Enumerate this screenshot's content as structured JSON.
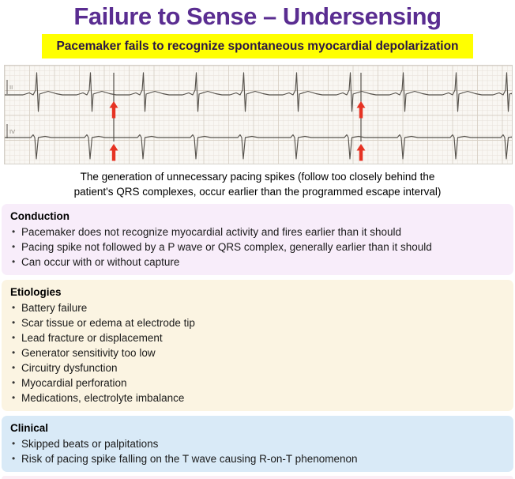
{
  "title": "Failure to Sense – Undersensing",
  "banner": "Pacemaker fails to recognize spontaneous myocardial depolarization",
  "ecg": {
    "leads": [
      "II",
      "IV"
    ],
    "beats_x": [
      41,
      109,
      176,
      243,
      303,
      370,
      438,
      505,
      572,
      636
    ],
    "pace_x": [
      138,
      451
    ]
  },
  "caption": {
    "line1": "The generation of unnecessary pacing spikes (follow too closely behind the",
    "line2": "patient's QRS complexes, occur earlier than the programmed escape interval)"
  },
  "sections": [
    {
      "header": "Conduction",
      "bullets": [
        "Pacemaker does not recognize myocardial activity and fires earlier than it should",
        "Pacing spike not followed by a P wave or QRS complex, generally earlier than it should",
        "Can occur with or without capture"
      ]
    },
    {
      "header": "Etiologies",
      "bullets": [
        "Battery failure",
        "Scar tissue or edema at electrode tip",
        "Lead fracture or displacement",
        "Generator sensitivity too low",
        "Circuitry dysfunction",
        "Myocardial perforation",
        "Medications, electrolyte imbalance"
      ]
    },
    {
      "header": "Clinical",
      "bullets": [
        "Skipped beats or palpitations",
        "Risk of pacing spike falling on the T wave causing R-on-T phenomenon"
      ]
    }
  ],
  "colors": {
    "title_text": "#5a2d91",
    "banner_bg": "#ffff00",
    "banner_text": "#2b1745",
    "conduction_bg": "#f8edfa",
    "etiologies_bg": "#fbf4e2",
    "clinical_bg": "#d9eaf7",
    "arrow_red": "#e63323",
    "ecg_trace": "#56524c",
    "ecg_grid_minor": "#eae4dd",
    "ecg_grid_major": "#d9d1c7",
    "lead_label": "#8a857d"
  }
}
